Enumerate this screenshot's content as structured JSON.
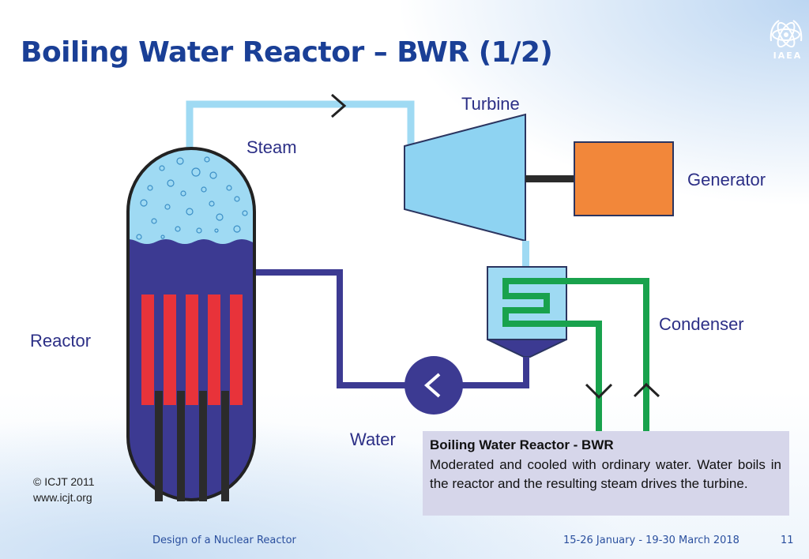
{
  "slide": {
    "title": "Boiling Water Reactor – BWR (1/2)",
    "logo_text": "IAEA"
  },
  "diagram": {
    "labels": {
      "turbine": "Turbine",
      "steam": "Steam",
      "generator": "Generator",
      "reactor": "Reactor",
      "condenser": "Condenser",
      "water": "Water"
    },
    "colors": {
      "steam": "#9fdaf3",
      "water": "#3c3a92",
      "fuel": "#e8333a",
      "control_rods": "#2b2b2b",
      "condenser_cooling": "#19a24d",
      "generator": "#f2873a",
      "turbine": "#8ed3f2"
    }
  },
  "credit": {
    "copyright": "© ICJT 2011",
    "url": "www.icjt.org"
  },
  "infobox": {
    "title": "Boiling Water Reactor - BWR",
    "body": "Moderated and cooled with ordinary water. Water boils in the reactor and the resulting steam drives the turbine."
  },
  "footer": {
    "course": "Design of a Nuclear Reactor",
    "dates": "15-26 January - 19-30 March 2018",
    "page": "11"
  }
}
